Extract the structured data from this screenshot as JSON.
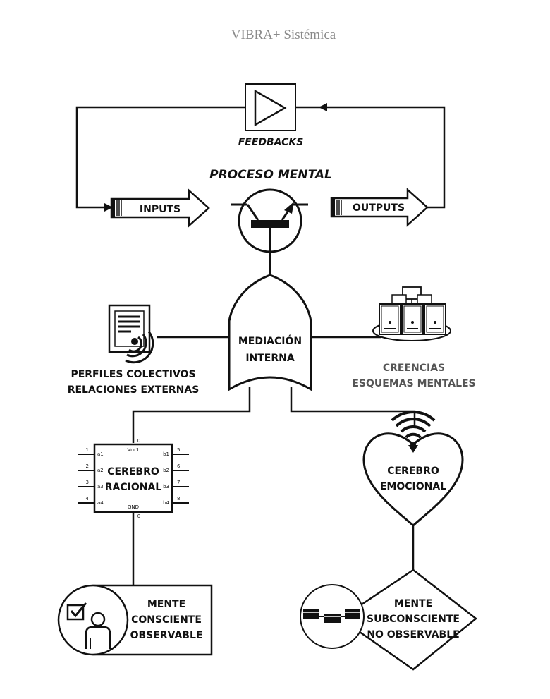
{
  "header": {
    "title": "VIBRA+ Sistémica"
  },
  "nodes": {
    "feedbacks": "FEEDBACKS",
    "proceso_mental": "PROCESO MENTAL",
    "inputs": "INPUTS",
    "outputs": "OUTPUTS",
    "mediacion": [
      "MEDIACIÓN",
      "INTERNA"
    ],
    "perfiles": [
      "PERFILES COLECTIVOS",
      "RELACIONES EXTERNAS"
    ],
    "creencias": [
      "CREENCIAS",
      "ESQUEMAS MENTALES"
    ],
    "cerebro_racional": [
      "CEREBRO",
      "RACIONAL"
    ],
    "cerebro_emocional": [
      "CEREBRO",
      "EMOCIONAL"
    ],
    "mente_consciente": [
      "MENTE",
      "CONSCIENTE",
      "OBSERVABLE"
    ],
    "mente_subconsciente": [
      "MENTE",
      "SUBCONSCIENTE",
      "NO OBSERVABLE"
    ]
  },
  "chip": {
    "top_pin": "0",
    "bottom_pin": "0",
    "vcc": "Vcc1",
    "gnd": "GND",
    "left_numbers": [
      "1",
      "2",
      "3",
      "4"
    ],
    "left_labels": [
      "a1",
      "a2",
      "a3",
      "a4"
    ],
    "right_numbers": [
      "5",
      "6",
      "7",
      "8"
    ],
    "right_labels": [
      "b1",
      "b2",
      "b3",
      "b4"
    ]
  }
}
